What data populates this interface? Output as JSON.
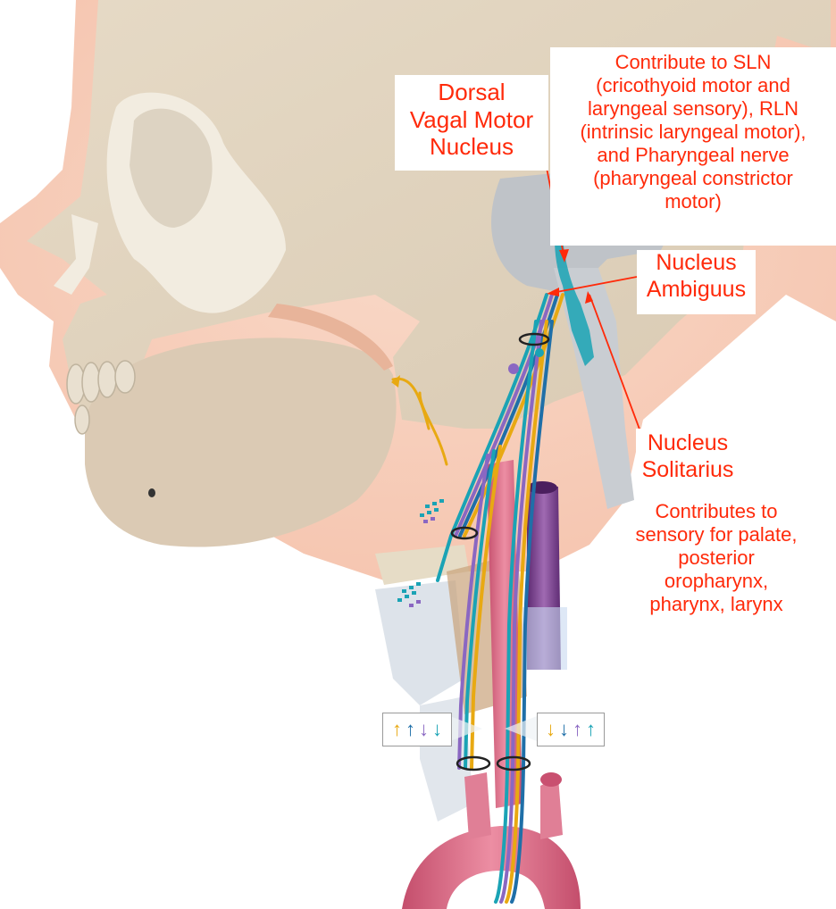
{
  "figure": {
    "subject": "Vagus nerve pathway: brainstem nuclei to pharynx, larynx and aortic arch (sagittal head-and-neck illustration)"
  },
  "labels": {
    "dorsal_vagal_motor_nucleus": [
      "Dorsal",
      "Vagal Motor",
      "Nucleus"
    ],
    "contribute_to_sln": [
      "Contribute to SLN",
      "(cricothyoid motor and",
      "laryngeal sensory), RLN",
      "(intrinsic laryngeal motor),",
      "and Pharyngeal nerve",
      "(pharyngeal constrictor",
      "motor)"
    ],
    "nucleus_ambiguus": [
      "Nucleus",
      "Ambiguus"
    ],
    "nucleus_solitarius": [
      "Nucleus",
      "Solitarius"
    ],
    "contributes_sensory": [
      "Contributes to",
      "sensory for palate,",
      "posterior",
      "oropharynx,",
      "pharynx, larynx"
    ]
  },
  "legends": {
    "left": [
      {
        "direction": "up",
        "glyph": "↑",
        "color": "#e8a912"
      },
      {
        "direction": "up",
        "glyph": "↑",
        "color": "#1f6fa8"
      },
      {
        "direction": "down",
        "glyph": "↓",
        "color": "#8a67c2"
      },
      {
        "direction": "down",
        "glyph": "↓",
        "color": "#1aa3b5"
      }
    ],
    "right": [
      {
        "direction": "down",
        "glyph": "↓",
        "color": "#e8a912"
      },
      {
        "direction": "down",
        "glyph": "↓",
        "color": "#1f6fa8"
      },
      {
        "direction": "up",
        "glyph": "↑",
        "color": "#8a67c2"
      },
      {
        "direction": "up",
        "glyph": "↑",
        "color": "#1aa3b5"
      }
    ]
  },
  "colors": {
    "label_text": "#ff2a0a",
    "leader_line": "#ff2a0a",
    "nerve_yellow": "#e8a912",
    "nerve_blue": "#1f6fa8",
    "nerve_purple": "#8a67c2",
    "nerve_teal": "#1aa3b5",
    "skin": "#f7cdb9",
    "bone": "#e3d6c2",
    "artery": "#d9667f",
    "vein": "#7d3f8c"
  }
}
